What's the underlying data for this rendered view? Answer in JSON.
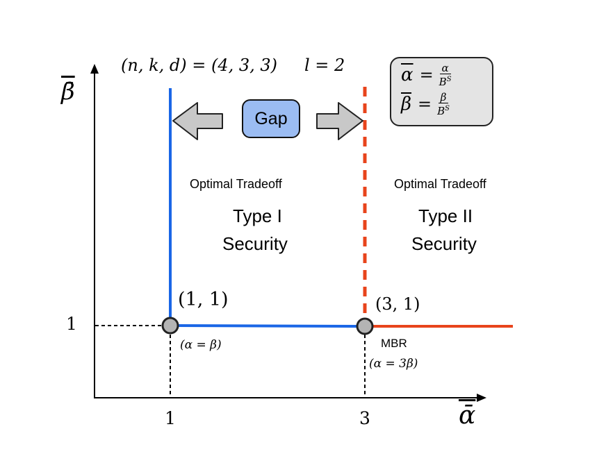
{
  "axes": {
    "y_label": "β̄",
    "x_label": "ᾱ",
    "y_tick_1": "1",
    "x_tick_1": "1",
    "x_tick_3": "3"
  },
  "header": {
    "params": "(n, k, d) = (4, 3, 3)",
    "l_value": "l = 2"
  },
  "gap_label": "Gap",
  "definitions": {
    "alpha_lhs": "α",
    "alpha_num": "α",
    "alpha_den": "B^S",
    "beta_lhs": "β",
    "beta_num": "β",
    "beta_den": "B^S"
  },
  "regions": {
    "left_caption": "Optimal Tradeoff",
    "left_title_1": "Type I",
    "left_title_2": "Security",
    "right_caption": "Optimal Tradeoff",
    "right_title_1": "Type II",
    "right_title_2": "Security"
  },
  "points": {
    "p1_label": "(1, 1)",
    "p1_sub": "(α = β)",
    "p2_label": "(3, 1)",
    "p2_name": "MBR",
    "p2_sub": "(α = 3β)"
  },
  "colors": {
    "blue_line": "#1a66e6",
    "red_line": "#e8441c",
    "gap_fill": "#9bbcf2",
    "arrow_fill": "#c8c8c8",
    "point_fill": "#b4b4b4",
    "defbox_fill": "#e4e4e4"
  }
}
